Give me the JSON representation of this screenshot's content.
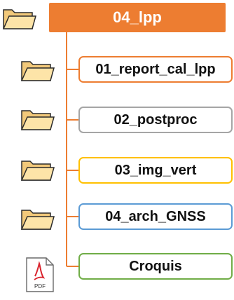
{
  "root": {
    "label": "04_lpp",
    "color": "#ed7d31",
    "icon": "folder-icon"
  },
  "connector_color": "#ed7d31",
  "children": [
    {
      "label": "01_report_cal_lpp",
      "color": "#ed7d31",
      "icon": "folder-icon"
    },
    {
      "label": "02_postproc",
      "color": "#a5a5a5",
      "icon": "folder-icon"
    },
    {
      "label": "03_img_vert",
      "color": "#ffc000",
      "icon": "folder-icon"
    },
    {
      "label": "04_arch_GNSS",
      "color": "#5b9bd5",
      "icon": "folder-icon"
    },
    {
      "label": "Croquis",
      "color": "#70ad47",
      "icon": "pdf-file-icon",
      "icon_text": "PDF"
    }
  ]
}
